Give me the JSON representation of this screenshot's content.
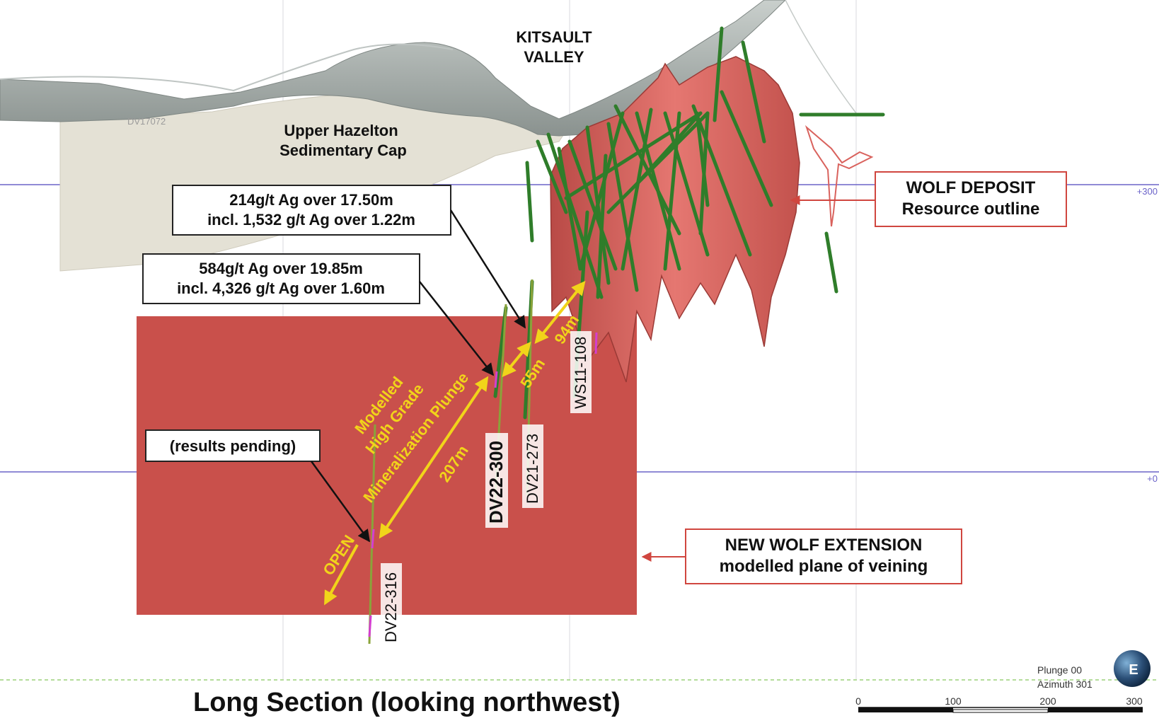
{
  "title": "Long Section (looking northwest)",
  "labels": {
    "kitsault_line1": "KITSAULT",
    "kitsault_line2": "VALLEY",
    "hazelton_line1": "Upper Hazelton",
    "hazelton_line2": "Sedimentary Cap",
    "faint_hole": "DV17072"
  },
  "callouts": {
    "c1_line1": "214g/t Ag over 17.50m",
    "c1_line2": "incl. 1,532 g/t Ag over 1.22m",
    "c2_line1": "584g/t Ag over 19.85m",
    "c2_line2": "incl. 4,326 g/t Ag over 1.60m",
    "pending": "(results pending)"
  },
  "boxes": {
    "wolf_line1": "WOLF DEPOSIT",
    "wolf_line2": "Resource outline",
    "ext_line1": "NEW WOLF EXTENSION",
    "ext_line2": "modelled plane of veining"
  },
  "holes": {
    "dv22_300": "DV22-300",
    "dv21_273": "DV21-273",
    "ws11_108": "WS11-108",
    "dv22_316": "DV22-316"
  },
  "plunge_labels": {
    "modelled": "Modelled",
    "high_grade": "High Grade",
    "mineralization": "Mineralization Plunge",
    "d207": "207m",
    "d55": "55m",
    "d94": "94m",
    "open": "OPEN"
  },
  "elevation": {
    "plus300": "+300",
    "plus0": "+0"
  },
  "orientation": {
    "plunge": "Plunge 00",
    "azimuth": "Azimuth 301",
    "compass_letter": "E"
  },
  "scale": {
    "ticks": [
      "0",
      "100",
      "200",
      "300"
    ]
  },
  "colors": {
    "extension_red": "#c9504b",
    "deposit_red": "#d9625d",
    "yellow": "#f1d41a",
    "drill_green": "#2f7d2a",
    "elev_line": "#6b63c9",
    "cap_fill": "#e4e1d5"
  }
}
